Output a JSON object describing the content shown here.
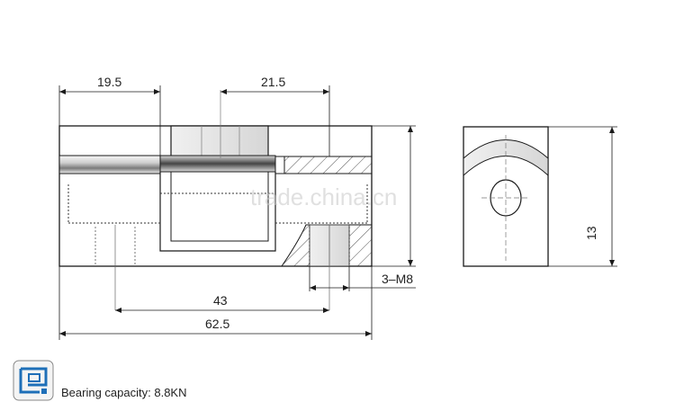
{
  "dimensions": {
    "d1": "19.5",
    "d2": "21.5",
    "d3": "43",
    "d4": "62.5",
    "d5": "13",
    "thread": "3–M8"
  },
  "watermark": "trade.china.cn",
  "caption": {
    "label": "Bearing capacity",
    "value": "8.8KN"
  },
  "colors": {
    "line": "#1a1a1a",
    "hatch": "#555555",
    "logo_blue": "#1e6fb8"
  }
}
